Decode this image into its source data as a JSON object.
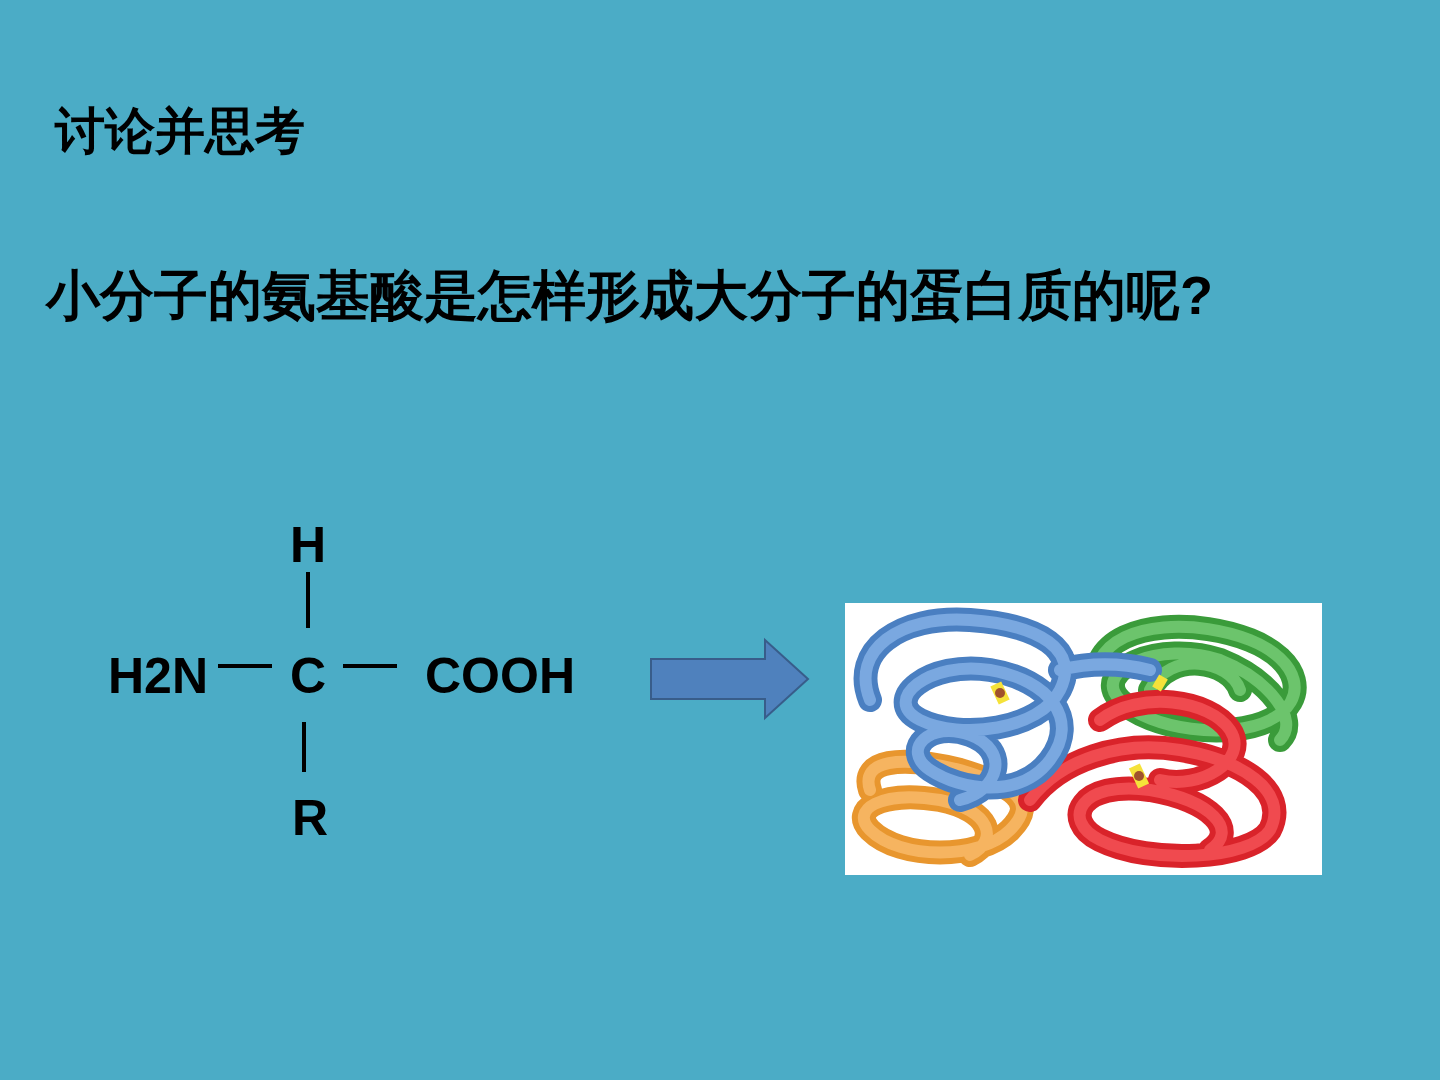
{
  "diagram": {
    "title": "讨论并思考",
    "labels": [
      "小分子的氨基酸是怎样形成大分子的蛋白质的呢?",
      "H",
      "H2N",
      "C",
      "COOH",
      "R"
    ]
  }
}
